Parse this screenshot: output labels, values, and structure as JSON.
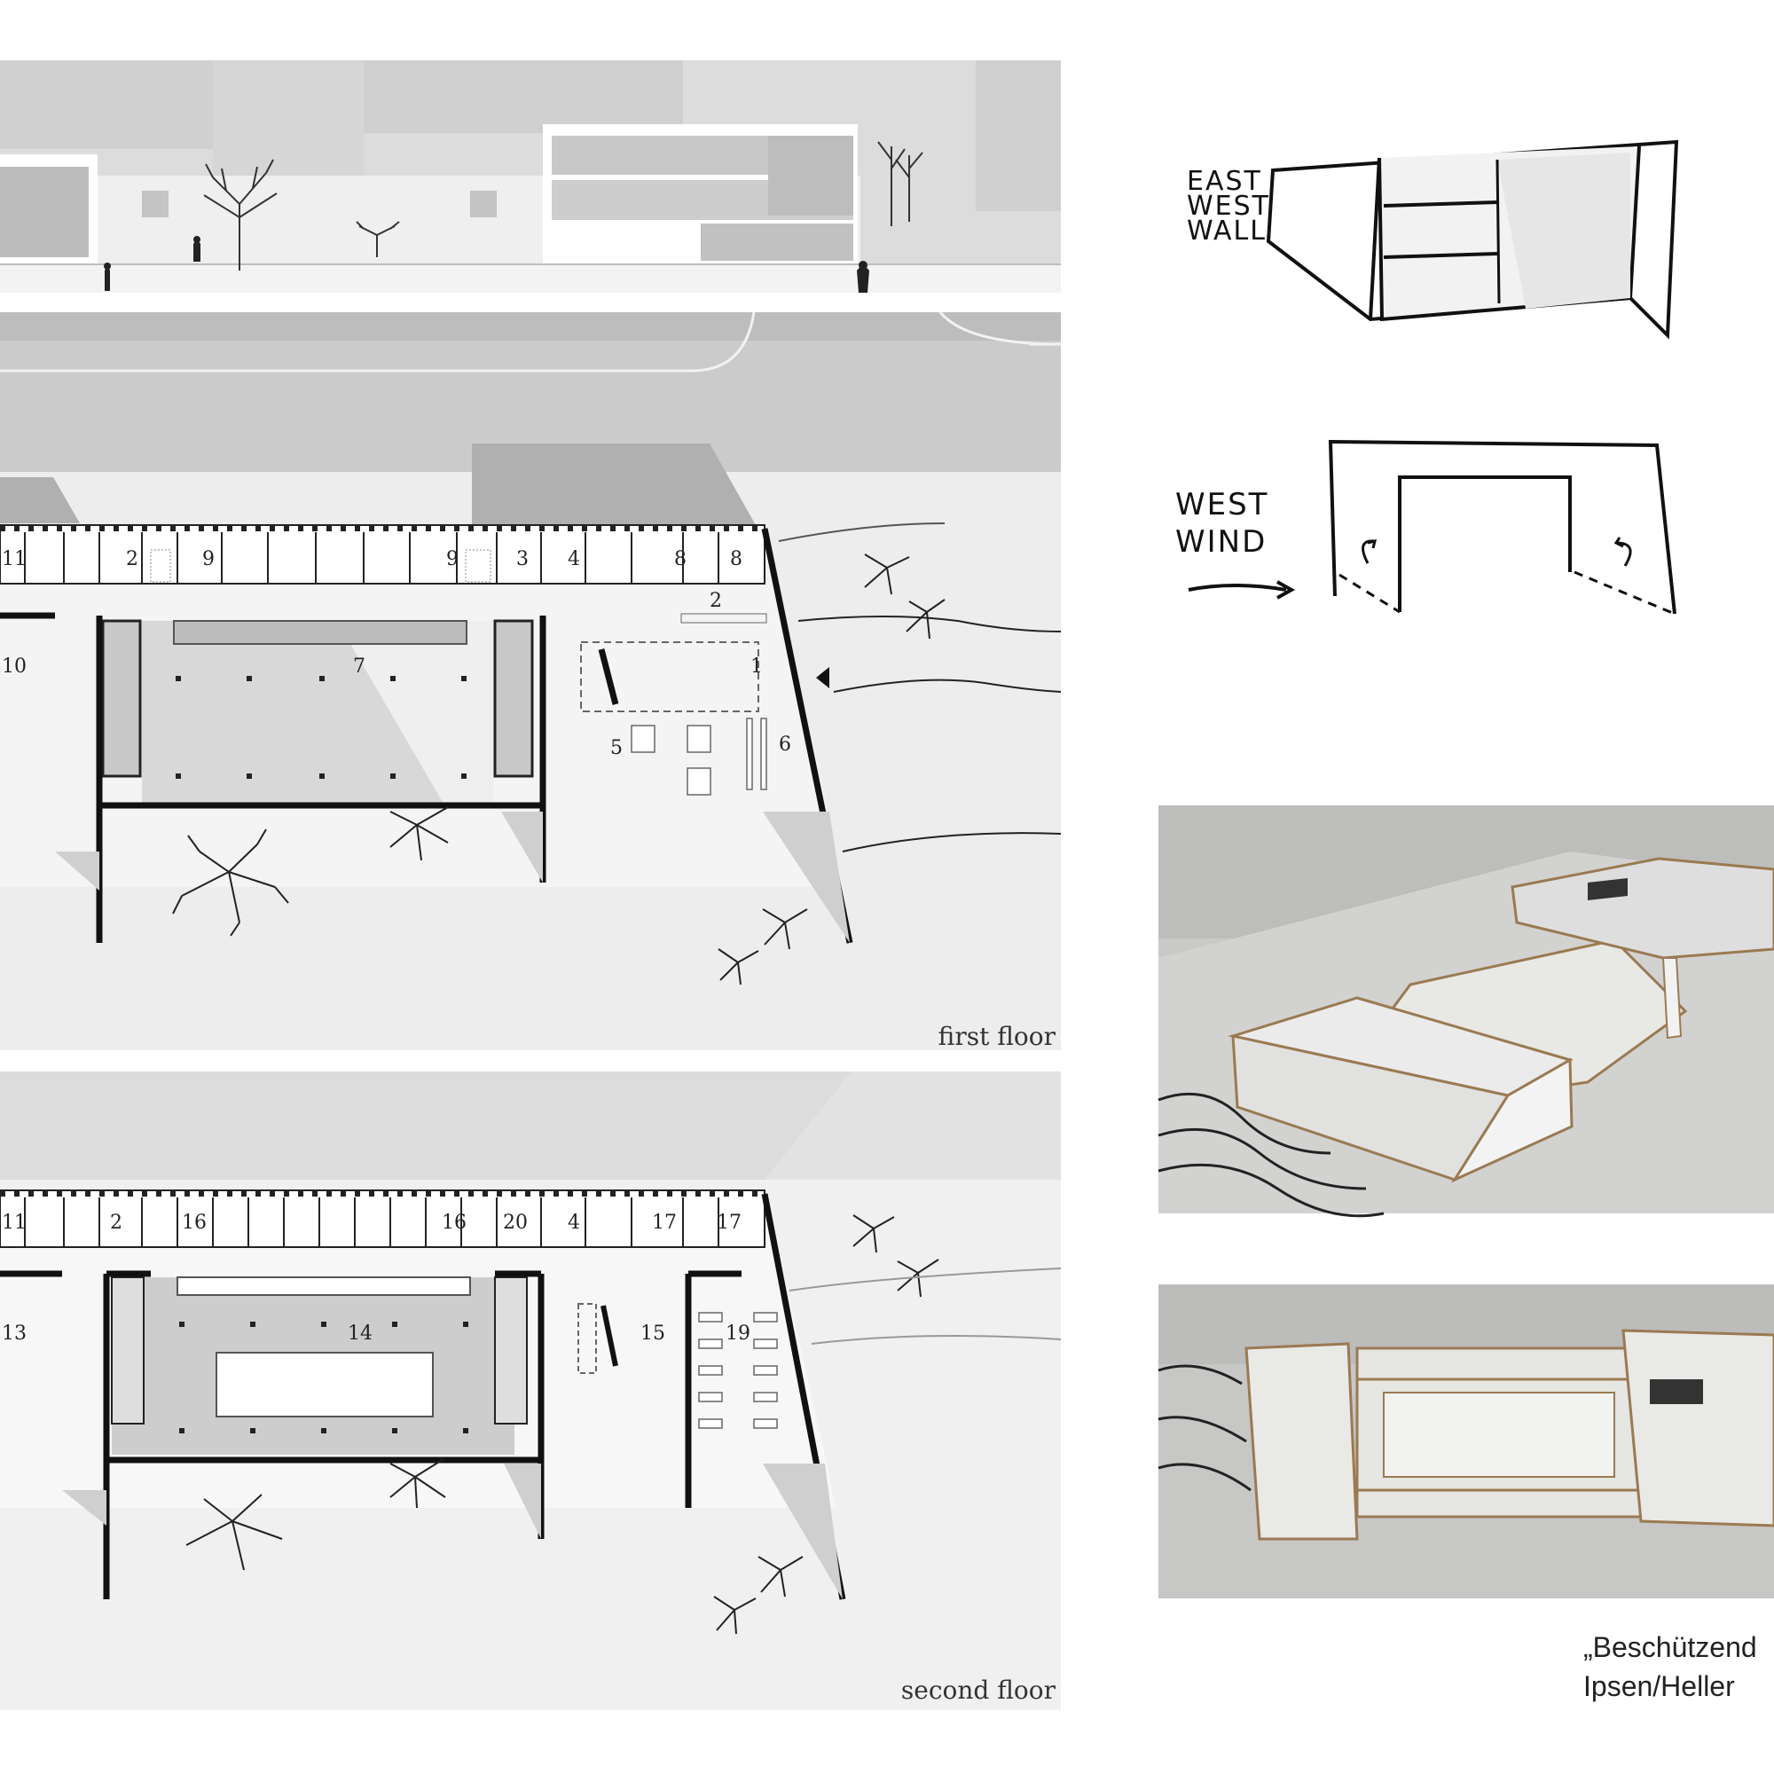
{
  "sketch_east_west_wall": {
    "line1": "EAST",
    "line2": "WEST",
    "line3": "WALL"
  },
  "sketch_west_wind": {
    "line1": "WEST",
    "line2": "WIND"
  },
  "first_floor": {
    "caption": "first floor",
    "room_labels": [
      "11",
      "2",
      "9",
      "9",
      "3",
      "4",
      "8",
      "8",
      "2",
      "10",
      "7",
      "1",
      "5",
      "6"
    ]
  },
  "second_floor": {
    "caption": "second floor",
    "room_labels": [
      "11",
      "2",
      "16",
      "16",
      "20",
      "4",
      "17",
      "17",
      "13",
      "14",
      "15",
      "19"
    ]
  },
  "credit": {
    "line1": "„Beschützend",
    "line2": "Ipsen/Heller"
  }
}
